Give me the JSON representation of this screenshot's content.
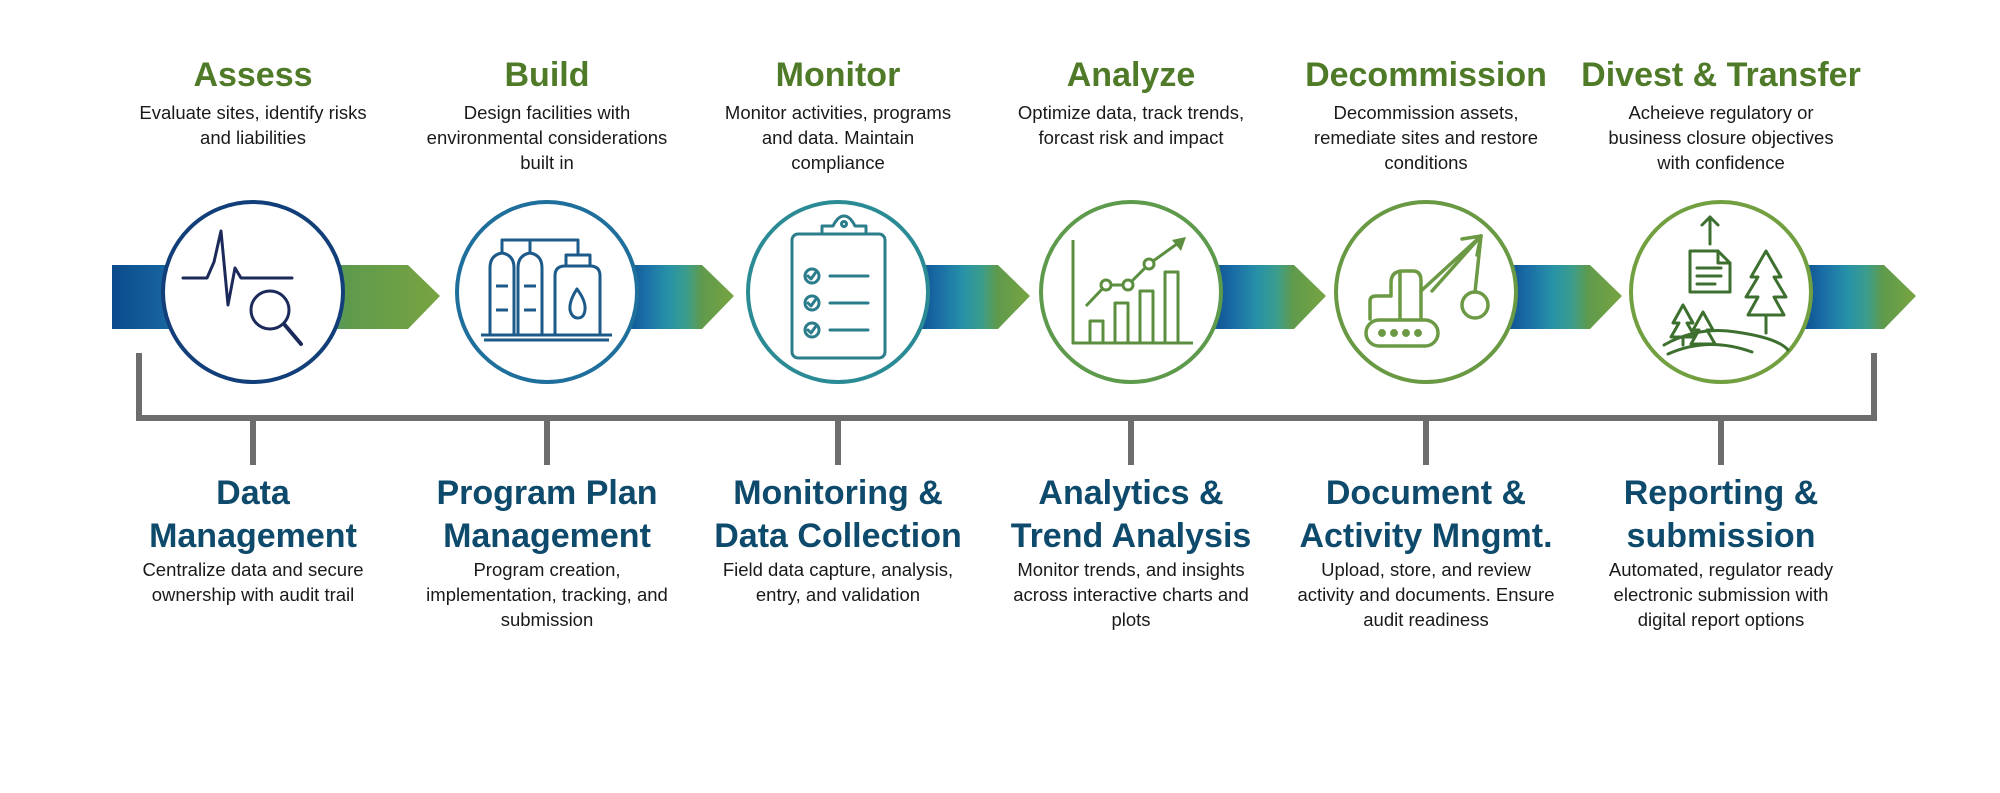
{
  "stages": [
    {
      "title": "Assess",
      "desc": "Evaluate sites, identify risks and liabilities",
      "icon": "heartbeat-magnifier-icon",
      "color": "#1c4f86"
    },
    {
      "title": "Build",
      "desc": "Design facilities with environmental considerations built in",
      "icon": "tanks-facility-icon",
      "color": "#1f7ba8"
    },
    {
      "title": "Monitor",
      "desc": "Monitor activities, programs and data. Maintain compliance",
      "icon": "clipboard-checklist-icon",
      "color": "#2e8f9a"
    },
    {
      "title": "Analyze",
      "desc": "Optimize data, track trends, forcast risk and impact",
      "icon": "bar-chart-trend-icon",
      "color": "#5b9b4b"
    },
    {
      "title": "Decommission",
      "desc": "Decommission assets, remediate sites and restore conditions",
      "icon": "excavator-wrecking-ball-icon",
      "color": "#6f9a43"
    },
    {
      "title": "Divest & Transfer",
      "desc": "Acheieve regulatory or business closure objectives with confidence",
      "icon": "document-landscape-trees-icon",
      "color": "#74a03f"
    }
  ],
  "capabilities": [
    {
      "title_line1": "Data",
      "title_line2": "Management",
      "desc": "Centralize data and secure ownership with audit trail"
    },
    {
      "title_line1": "Program Plan",
      "title_line2": "Management",
      "desc": "Program creation, implementation, tracking, and submission"
    },
    {
      "title_line1": "Monitoring &",
      "title_line2": "Data Collection",
      "desc": "Field data capture, analysis, entry, and validation"
    },
    {
      "title_line1": "Analytics &",
      "title_line2": "Trend Analysis",
      "desc": "Monitor trends, and insights across interactive charts and plots"
    },
    {
      "title_line1": "Document &",
      "title_line2": "Activity Mngmt.",
      "desc": "Upload, store, and review activity and documents. Ensure audit readiness"
    },
    {
      "title_line1": "Reporting &",
      "title_line2": "submission",
      "desc": "Automated, regulator ready electronic submission with digital report options"
    }
  ],
  "colors": {
    "title_green": "#4f7a28",
    "capability_blue": "#0e4a6b",
    "bracket_gray": "#6d6d6d"
  }
}
